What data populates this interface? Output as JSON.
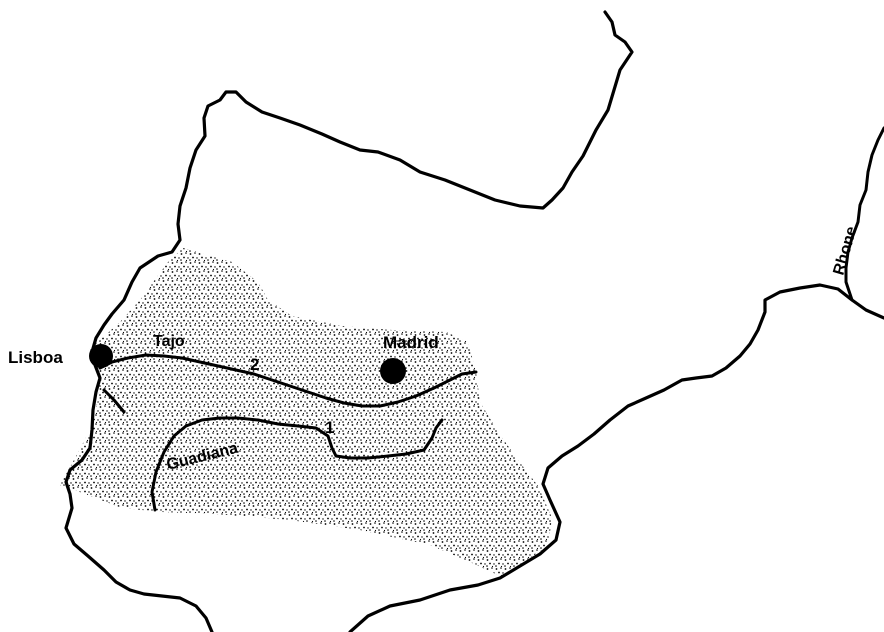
{
  "map": {
    "cities": {
      "lisboa": "Lisboa",
      "madrid": "Madrid"
    },
    "rivers": {
      "tajo": "Tajo",
      "guadiana": "Guadiana",
      "rhone": "Rhone"
    },
    "markers": {
      "one": "1",
      "two": "2"
    },
    "colors": {
      "ink": "#000000",
      "background": "#ffffff"
    }
  }
}
